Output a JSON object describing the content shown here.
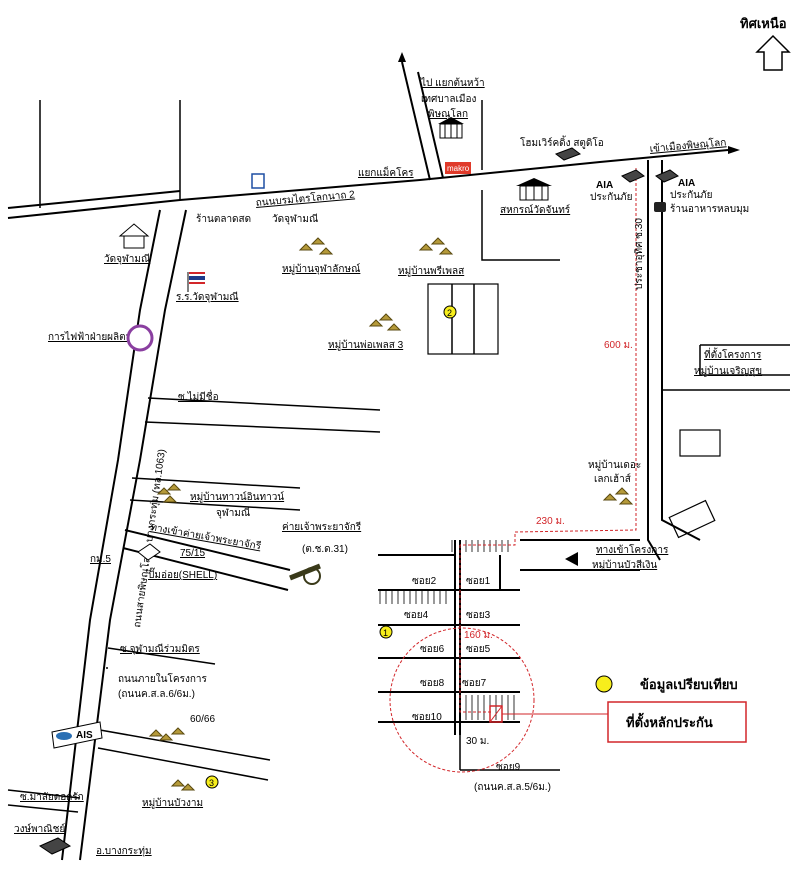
{
  "north": {
    "label": "ทิศเหนือ"
  },
  "roads": {
    "to_aekmaktorhwa": "ไป แยกต้นหว้า",
    "main_road_name": "ถนนบรมไตรโลกนาถ 2",
    "aek_macro": "แยกแม็คโคร",
    "to_phitsanulok": "เข้าเมืองพิษณุโลก",
    "prachanukul_30": "ประชาอุทิศ ซ.30",
    "soi_maimi_chue": "ซ.ไม่มีชื่อ",
    "highway_1063": "ถนนสายพิษณุโลก - บางกระทุ่ม (ทล.1063)",
    "to_camp": "ทางเข้าค่ายเจ้าพระยาจักรี",
    "km5": "กม.5",
    "soi_chulamanee": "ซ.จุฬามณีร่วมมิตร",
    "internal_road_1": "ถนนภายในโครงการ",
    "internal_road_1_spec": "(ถนนค.ส.ล.6/6ม.)",
    "soi_malai": "ซ.มาลัยดอกรัก",
    "to_bangkrathum": "อ.บางกระทุ่ม",
    "to_project_1": "ทางเข้าโครงการ",
    "to_project_2": "หมู่บ้านบัวสีเงิน",
    "soi9": "ซอย9",
    "soi9_spec": "(ถนนค.ส.ล.5/6ม.)"
  },
  "landmarks": {
    "municipality_1": "เทศบาลเมือง",
    "municipality_2": "พิษณุโลก",
    "homeworks": "โฮมเวิร์คดิ้ง สตูดิโอ",
    "makro": "makro",
    "cooperative": "สหกรณ์วัดจันทร์",
    "aia_1": "AIA",
    "aia_1_sub": "ประกันภัย",
    "aia_2": "AIA",
    "aia_2_sub": "ประกันภัย",
    "restaurant": "ร้านอาหารหลบมุม",
    "market": "ร้านตลาดสด",
    "wat_chulamanee_shop": "วัดจุฬามณี",
    "wat_chulamanee": "วัดจุฬามณี",
    "school": "ร.ร.วัดจุฬามณี",
    "pea": "การไฟฟ้าฝ่ายผลิตฯ",
    "village_chula": "หมู่บ้านจุฬาลักษณ์",
    "village_wechapolis": "หมู่บ้านพรีเพลส",
    "village_wechapolis3": "หมู่บ้านพ่อเพลส 3",
    "project_site_1": "ที่ตั้งโครงการ",
    "project_site_2": "หมู่บ้านเจริญสุข",
    "village_lake_1": "หมู่บ้านเดอะ",
    "village_lake_2": "เลกเฮ้าส์",
    "village_townhome": "หมู่บ้านทาวน์อินทาวน์",
    "village_townhome_2": "จุฬามณี",
    "camp": "ค่ายเจ้าพระยาจักรี",
    "camp_sub": "(ต.ช.ด.31)",
    "gas": "ปั๊มอ่อย(SHELL)",
    "gas_num": "75/15",
    "ais": "AIS",
    "village_buangam": "หมู่บ้านบัวงาม",
    "num_60_66": "60/66",
    "wongpanich": "วงษ์พาณิชย์"
  },
  "distances": {
    "d600": "600 ม.",
    "d230": "230 ม.",
    "d160": "160 ม.",
    "d30": "30 ม."
  },
  "sois": {
    "soi1": "ซอย1",
    "soi2": "ซอย2",
    "soi3": "ซอย3",
    "soi4": "ซอย4",
    "soi5": "ซอย5",
    "soi6": "ซอย6",
    "soi7": "ซอย7",
    "soi8": "ซอย8",
    "soi10": "ซอย10"
  },
  "markers": {
    "m1": "1",
    "m2": "2",
    "m3": "3"
  },
  "legend": {
    "compare_label": "ข้อมูลเปรียบเทียบ",
    "site_label": "ที่ตั้งหลักประกัน"
  },
  "colors": {
    "marker_yellow": "#f7ee1c",
    "accent_red": "#d2262a",
    "makro_red": "#e03a2a"
  }
}
